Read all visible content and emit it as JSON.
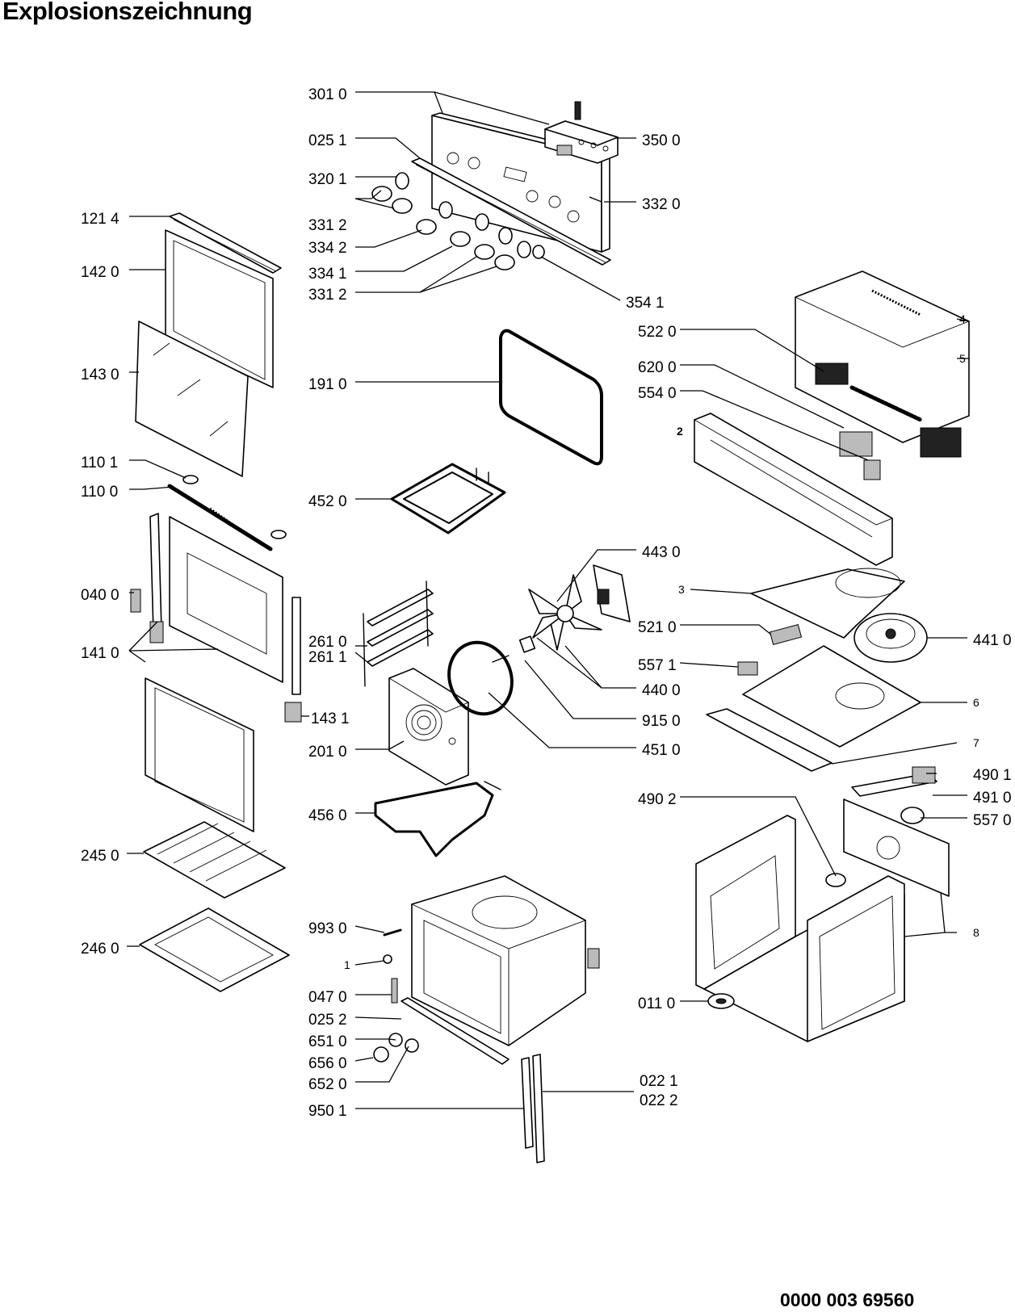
{
  "title": "Explosionszeichnung",
  "document_number": "0000 003 69560",
  "callouts": [
    {
      "id": "c-301-0",
      "label": "301 0"
    },
    {
      "id": "c-025-1",
      "label": "025 1"
    },
    {
      "id": "c-320-1",
      "label": "320 1"
    },
    {
      "id": "c-331-2-a",
      "label": "331 2"
    },
    {
      "id": "c-334-2",
      "label": "334 2"
    },
    {
      "id": "c-334-1",
      "label": "334 1"
    },
    {
      "id": "c-331-2-b",
      "label": "331 2"
    },
    {
      "id": "c-350-0",
      "label": "350 0"
    },
    {
      "id": "c-332-0",
      "label": "332 0"
    },
    {
      "id": "c-354-1",
      "label": "354 1"
    },
    {
      "id": "c-121-4",
      "label": "121 4"
    },
    {
      "id": "c-142-0",
      "label": "142 0"
    },
    {
      "id": "c-143-0",
      "label": "143 0"
    },
    {
      "id": "c-110-1",
      "label": "110 1"
    },
    {
      "id": "c-110-0",
      "label": "110 0"
    },
    {
      "id": "c-040-0",
      "label": "040 0"
    },
    {
      "id": "c-141-0",
      "label": "141 0"
    },
    {
      "id": "c-143-1",
      "label": "143 1"
    },
    {
      "id": "c-245-0",
      "label": "245 0"
    },
    {
      "id": "c-246-0",
      "label": "246 0"
    },
    {
      "id": "c-191-0",
      "label": "191 0"
    },
    {
      "id": "c-452-0",
      "label": "452 0"
    },
    {
      "id": "c-261-0",
      "label": "261 0"
    },
    {
      "id": "c-261-1",
      "label": "261 1"
    },
    {
      "id": "c-201-0",
      "label": "201 0"
    },
    {
      "id": "c-456-0",
      "label": "456 0"
    },
    {
      "id": "c-993-0",
      "label": "993 0"
    },
    {
      "id": "c-1",
      "label": "1"
    },
    {
      "id": "c-047-0",
      "label": "047 0"
    },
    {
      "id": "c-025-2",
      "label": "025 2"
    },
    {
      "id": "c-651-0",
      "label": "651 0"
    },
    {
      "id": "c-656-0",
      "label": "656 0"
    },
    {
      "id": "c-652-0",
      "label": "652 0"
    },
    {
      "id": "c-950-1",
      "label": "950 1"
    },
    {
      "id": "c-022-1",
      "label": "022 1"
    },
    {
      "id": "c-022-2",
      "label": "022 2"
    },
    {
      "id": "c-4",
      "label": "4"
    },
    {
      "id": "c-5",
      "label": "5"
    },
    {
      "id": "c-522-0",
      "label": "522 0"
    },
    {
      "id": "c-620-0",
      "label": "620 0"
    },
    {
      "id": "c-554-0",
      "label": "554 0"
    },
    {
      "id": "c-2",
      "label": "2"
    },
    {
      "id": "c-443-0",
      "label": "443 0"
    },
    {
      "id": "c-3",
      "label": "3"
    },
    {
      "id": "c-521-0",
      "label": "521 0"
    },
    {
      "id": "c-441-0",
      "label": "441 0"
    },
    {
      "id": "c-557-1",
      "label": "557 1"
    },
    {
      "id": "c-440-0",
      "label": "440 0"
    },
    {
      "id": "c-6",
      "label": "6"
    },
    {
      "id": "c-915-0",
      "label": "915 0"
    },
    {
      "id": "c-451-0",
      "label": "451 0"
    },
    {
      "id": "c-7",
      "label": "7"
    },
    {
      "id": "c-490-1",
      "label": "490 1"
    },
    {
      "id": "c-490-2",
      "label": "490 2"
    },
    {
      "id": "c-491-0",
      "label": "491 0"
    },
    {
      "id": "c-557-0",
      "label": "557 0"
    },
    {
      "id": "c-8",
      "label": "8"
    },
    {
      "id": "c-011-0",
      "label": "011 0"
    }
  ]
}
